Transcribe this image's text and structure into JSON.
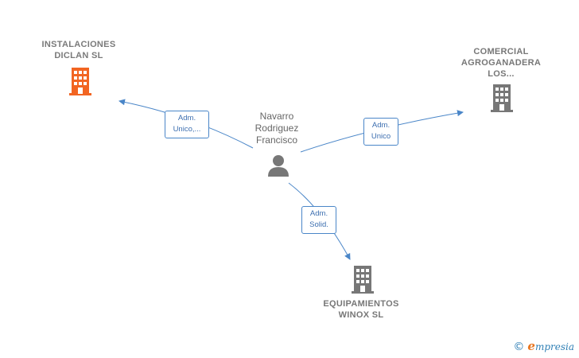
{
  "center_person": {
    "name_lines": [
      "Navarro",
      "Rodriguez",
      "Francisco"
    ],
    "icon": "person-icon"
  },
  "companies": [
    {
      "id": "instalaciones",
      "name_lines": [
        "INSTALACIONES",
        "DICLAN SL"
      ],
      "icon": "building-icon",
      "color": "#f26522"
    },
    {
      "id": "comercial",
      "name_lines": [
        "COMERCIAL",
        "AGROGANADERA",
        "LOS..."
      ],
      "icon": "building-icon",
      "color": "#777777"
    },
    {
      "id": "equipamientos",
      "name_lines": [
        "EQUIPAMIENTOS",
        "WINOX SL"
      ],
      "icon": "building-icon",
      "color": "#777777"
    }
  ],
  "relations": [
    {
      "target": "instalaciones",
      "label_lines": [
        "Adm.",
        "Unico,..."
      ]
    },
    {
      "target": "comercial",
      "label_lines": [
        "Adm.",
        "Unico"
      ]
    },
    {
      "target": "equipamientos",
      "label_lines": [
        "Adm.",
        "Solid."
      ]
    }
  ],
  "colors": {
    "edge": "#4a86c8",
    "accent": "#f26522",
    "node": "#777777"
  },
  "watermark": {
    "copyright": "©",
    "brand_first": "e",
    "brand_rest": "mpresia"
  }
}
